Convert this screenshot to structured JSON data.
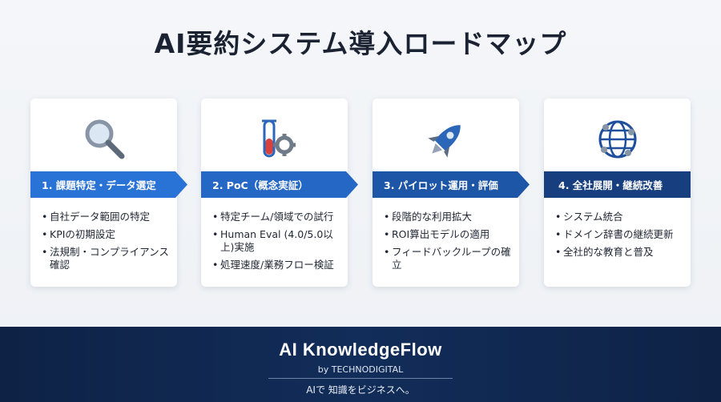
{
  "title": "AI要約システム導入ロードマップ",
  "steps": [
    {
      "label": "1. 課題特定・データ選定",
      "icon": "magnifier-icon",
      "items": [
        "自社データ範囲の特定",
        "KPIの初期設定",
        "法規制・コンプライアンス確認"
      ]
    },
    {
      "label": "2. PoC（概念実証）",
      "icon": "test-tube-gear-icon",
      "items": [
        "特定チーム/領域での試行",
        "Human Eval (4.0/5.0以上)実施",
        "処理速度/業務フロー検証"
      ]
    },
    {
      "label": "3. パイロット運用・評価",
      "icon": "rocket-icon",
      "items": [
        "段階的な利用拡大",
        "ROI算出モデルの適用",
        "フィードバックループの確立"
      ]
    },
    {
      "label": "4. 全社展開・継続改善",
      "icon": "globe-network-icon",
      "items": [
        "システム統合",
        "ドメイン辞書の継続更新",
        "全社的な教育と普及"
      ]
    }
  ],
  "footer": {
    "brand": "AI KnowledgeFlow",
    "byline": "by TECHNODIGITAL",
    "tagline": "AIで 知識をビジネスへ。"
  },
  "colors": {
    "accent": "#2a73d6",
    "dark": "#173f80",
    "footer": "#0e2245"
  }
}
